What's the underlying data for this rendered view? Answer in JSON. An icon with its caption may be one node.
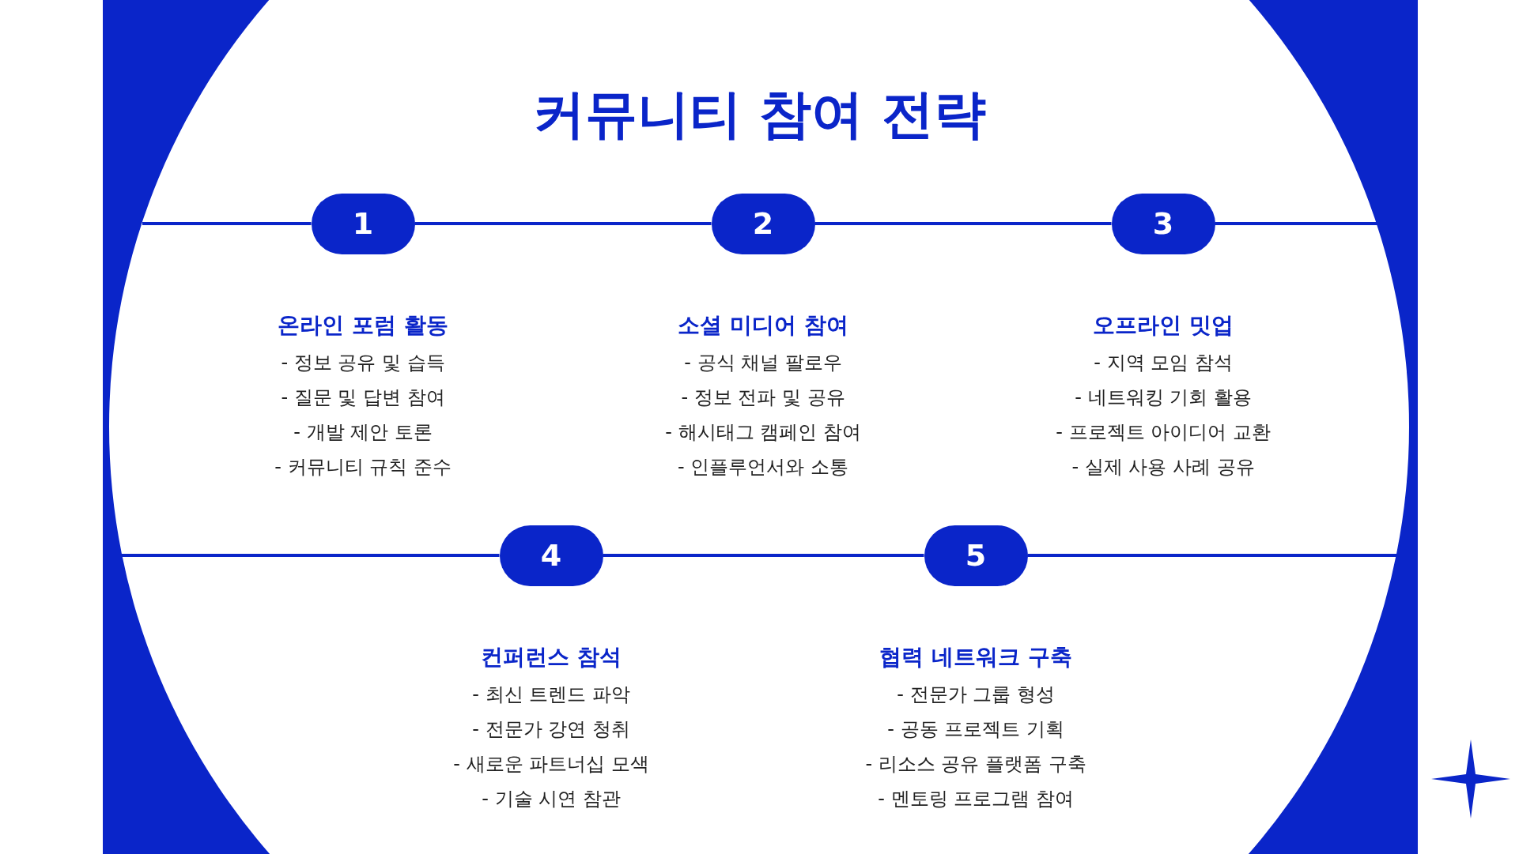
{
  "diagram": {
    "title": "커뮤니티 참여 전략",
    "nodes": [
      {
        "text": [
          "1"
        ],
        "beside": [
          "온라인 포럼 활동",
          "- 정보 공유 및 습득",
          "- 질문 및 답변 참여",
          "- 개발 제안 토론",
          "- 커뮤니티 규칙 준수"
        ]
      },
      {
        "text": [
          "2"
        ],
        "beside": [
          "소셜 미디어 참여",
          "- 공식 채널 팔로우",
          "- 정보 전파 및 공유",
          "- 해시태그 캠페인 참여",
          "- 인플루언서와 소통"
        ]
      },
      {
        "text": [
          "3"
        ],
        "beside": [
          "오프라인 밋업",
          "- 지역 모임 참석",
          "- 네트워킹 기회 활용",
          "- 프로젝트 아이디어 교환",
          "- 실제 사용 사례 공유"
        ]
      },
      {
        "text": [
          "4"
        ],
        "beside": [
          "컨퍼런스 참석",
          "- 최신 트렌드 파악",
          "- 전문가 강연 청취",
          "- 새로운 파트너십 모색",
          "- 기술 시연 참관"
        ]
      },
      {
        "text": [
          "5"
        ],
        "beside": [
          "협력 네트워크 구축",
          "- 전문가 그룹 형성",
          "- 공동 프로젝트 기획",
          "- 리소스 공유 플랫폼 구축",
          "- 멘토링 프로그램 참여"
        ]
      }
    ],
    "edges": [
      {
        "from": 0,
        "to": 1,
        "arrow": "none"
      },
      {
        "from": 1,
        "to": 2,
        "arrow": "none"
      },
      {
        "from": 3,
        "to": 4,
        "arrow": "none"
      }
    ]
  }
}
